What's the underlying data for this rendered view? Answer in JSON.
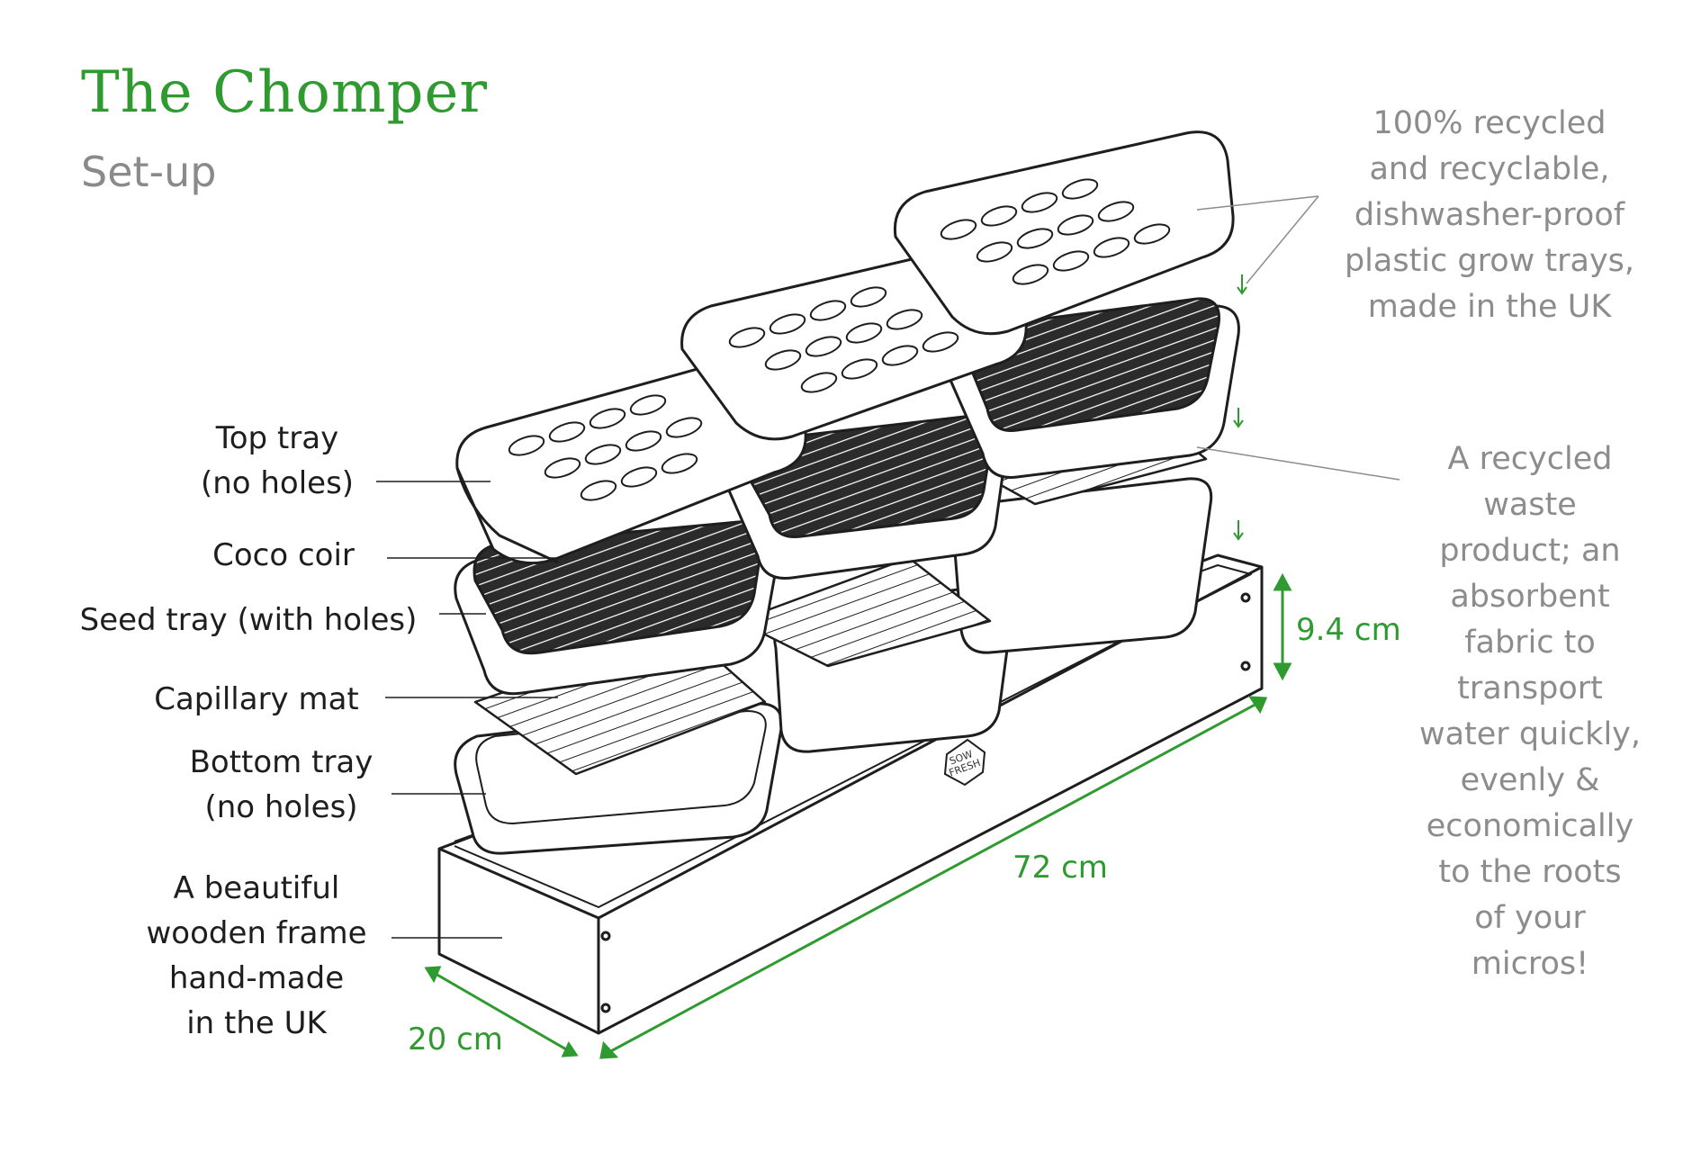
{
  "title": "The Chomper",
  "subtitle": "Set-up",
  "labels": {
    "top_tray": [
      "Top tray",
      "(no holes)"
    ],
    "coco_coir": "Coco coir",
    "seed_tray": "Seed tray (with holes)",
    "capillary_mat": "Capillary mat",
    "bottom_tray": [
      "Bottom tray",
      "(no holes)"
    ],
    "frame": [
      "A beautiful",
      "wooden frame",
      "hand-made",
      "in the UK"
    ]
  },
  "notes": {
    "plastic": [
      "100% recycled",
      "and recyclable,",
      "dishwasher-proof",
      "plastic grow trays,",
      "made in the UK"
    ],
    "mat": [
      "A recycled",
      "waste",
      "product; an",
      "absorbent",
      "fabric to",
      "transport",
      "water quickly,",
      "evenly &",
      "economically",
      "to the roots",
      "of your",
      "micros!"
    ]
  },
  "dimensions": {
    "height": "9.4 cm",
    "length": "72 cm",
    "width": "20 cm"
  },
  "brand": [
    "SOW",
    "FRESH"
  ],
  "colors": {
    "accent_green": "#2f9a2f",
    "note_grey": "#8c8c8c",
    "ink": "#1e1e1e"
  }
}
